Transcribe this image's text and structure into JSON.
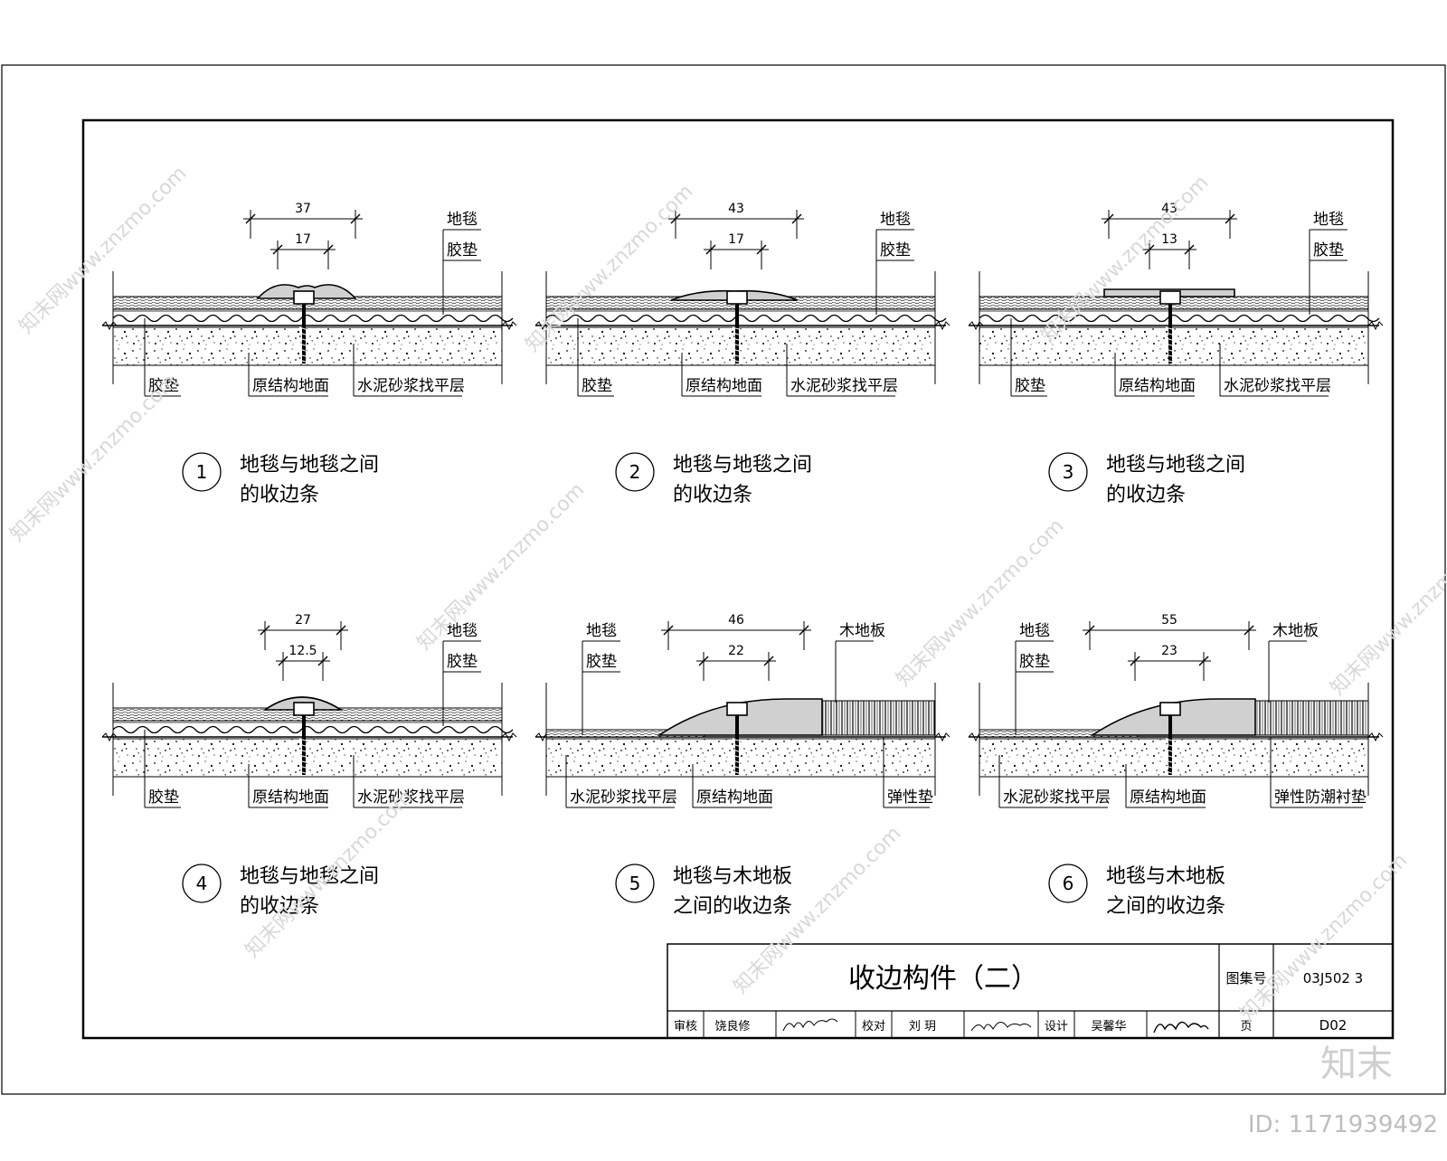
{
  "details": [
    {
      "number": "1",
      "caption": [
        "地毯与地毯之间",
        "的收边条"
      ],
      "dim_outer": "37",
      "dim_inner": "17",
      "top_labels": [
        "地毯",
        "胶垫"
      ],
      "bottom_labels": [
        "胶垫",
        "原结构地面",
        "水泥砂浆找平层"
      ]
    },
    {
      "number": "2",
      "caption": [
        "地毯与地毯之间",
        "的收边条"
      ],
      "dim_outer": "43",
      "dim_inner": "17",
      "top_labels": [
        "地毯",
        "胶垫"
      ],
      "bottom_labels": [
        "胶垫",
        "原结构地面",
        "水泥砂浆找平层"
      ]
    },
    {
      "number": "3",
      "caption": [
        "地毯与地毯之间",
        "的收边条"
      ],
      "dim_outer": "43",
      "dim_inner": "13",
      "top_labels": [
        "地毯",
        "胶垫"
      ],
      "bottom_labels": [
        "胶垫",
        "原结构地面",
        "水泥砂浆找平层"
      ]
    },
    {
      "number": "4",
      "caption": [
        "地毯与地毯之间",
        "的收边条"
      ],
      "dim_outer": "27",
      "dim_inner": "12.5",
      "top_labels": [
        "地毯",
        "胶垫"
      ],
      "bottom_labels": [
        "胶垫",
        "原结构地面",
        "水泥砂浆找平层"
      ]
    },
    {
      "number": "5",
      "caption": [
        "地毯与木地板",
        "之间的收边条"
      ],
      "dim_outer": "46",
      "dim_inner": "22",
      "top_labels": [
        "地毯",
        "胶垫",
        "木地板"
      ],
      "bottom_labels": [
        "水泥砂浆找平层",
        "原结构地面",
        "弹性垫"
      ]
    },
    {
      "number": "6",
      "caption": [
        "地毯与木地板",
        "之间的收边条"
      ],
      "dim_outer": "55",
      "dim_inner": "23",
      "top_labels": [
        "地毯",
        "胶垫",
        "木地板"
      ],
      "bottom_labels": [
        "水泥砂浆找平层",
        "原结构地面",
        "弹性防潮衬垫"
      ]
    }
  ],
  "title_block": {
    "title": "收边构件（二）",
    "atlas_label": "图集号",
    "atlas_no": "03J502 3",
    "review_label": "审核",
    "reviewer": "饶良修",
    "check_label": "校对",
    "checker": "刘 玥",
    "design_label": "设计",
    "designer": "吴馨华",
    "page_label": "页",
    "page_no": "D02"
  },
  "watermark_text": "知末网www.znzmo.com",
  "brand": "知末",
  "image_id": "ID: 1171939492"
}
